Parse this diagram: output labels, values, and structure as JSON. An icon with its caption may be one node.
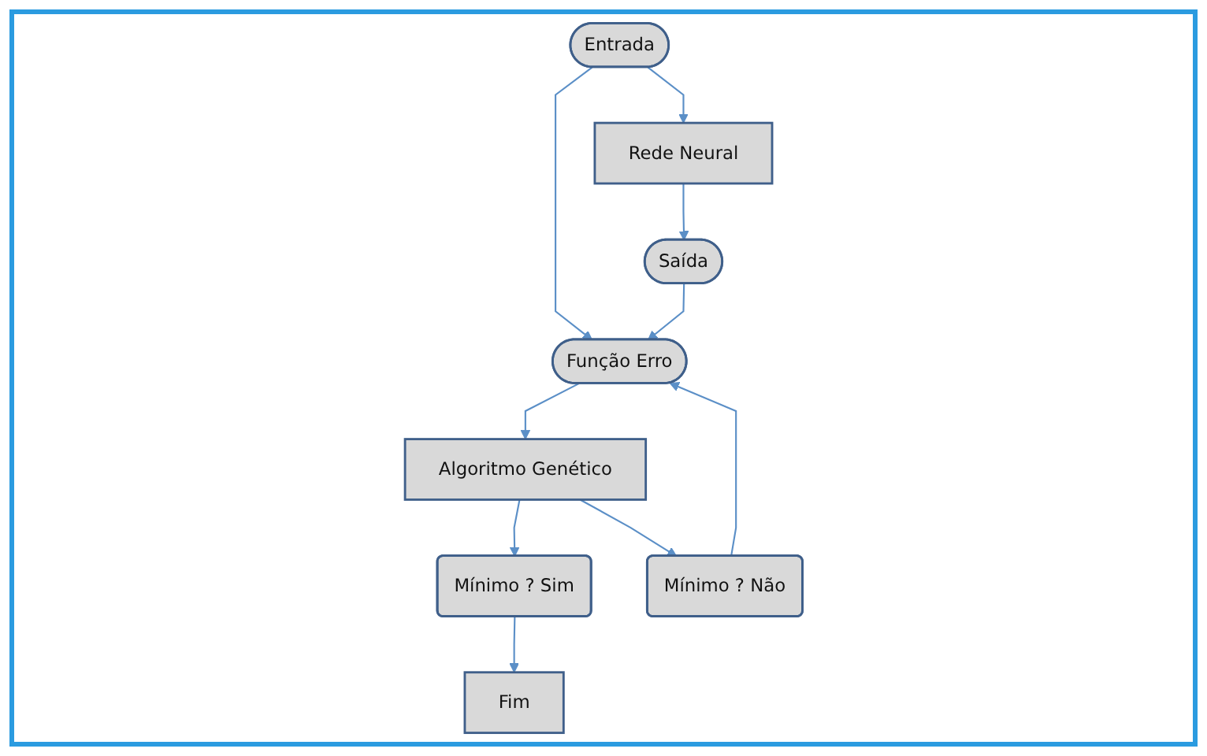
{
  "diagram": {
    "nodes": [
      {
        "text": [
          "Entrada"
        ]
      },
      {
        "text": [
          "Rede Neural"
        ]
      },
      {
        "text": [
          "Saída"
        ]
      },
      {
        "text": [
          "Função Erro"
        ]
      },
      {
        "text": [
          "Mínimo ? Sim"
        ]
      },
      {
        "text": [
          "Algoritmo Genético"
        ]
      },
      {
        "text": [
          "Mínimo ? Não"
        ]
      },
      {
        "text": [
          "Fim"
        ]
      }
    ],
    "edges": [
      {
        "from": 0,
        "to": 1,
        "arrow": "to"
      },
      {
        "from": 1,
        "to": 2,
        "arrow": "to"
      },
      {
        "from": 0,
        "to": 3,
        "arrow": "to"
      },
      {
        "from": 2,
        "to": 3,
        "arrow": "to"
      },
      {
        "from": 3,
        "to": 5,
        "arrow": "to"
      },
      {
        "from": 5,
        "to": 4,
        "arrow": "to"
      },
      {
        "from": 5,
        "to": 6,
        "arrow": "to"
      },
      {
        "from": 6,
        "to": 3,
        "arrow": "to"
      },
      {
        "from": 4,
        "to": 7,
        "arrow": "to"
      }
    ]
  }
}
